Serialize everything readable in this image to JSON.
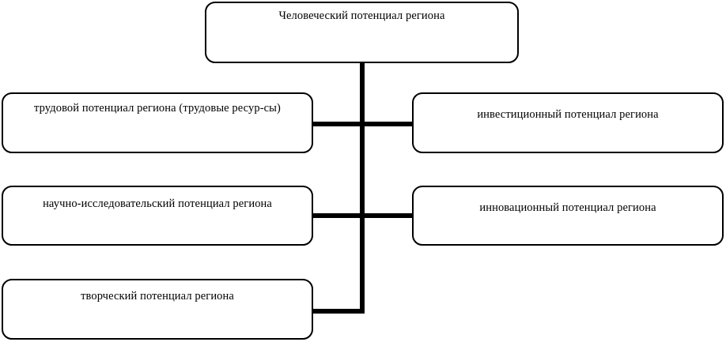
{
  "diagram": {
    "type": "hierarchy-tree",
    "orientation": "vertical-trunk-with-side-branches",
    "line_color": "#000000",
    "box_fill": "#ffffff",
    "root": {
      "id": "root",
      "label": "Человеческий потенциал региона"
    },
    "branches": [
      {
        "id": "labor",
        "side": "left",
        "row": 1,
        "label": "трудовой потенциал региона (трудовые ресур-сы)"
      },
      {
        "id": "investment",
        "side": "right",
        "row": 1,
        "label": "инвестиционный потенциал региона"
      },
      {
        "id": "research",
        "side": "left",
        "row": 2,
        "label": "научно-исследовательский потенциал региона"
      },
      {
        "id": "innovation",
        "side": "right",
        "row": 2,
        "label": "инновационный потенциал региона"
      },
      {
        "id": "creative",
        "side": "left",
        "row": 3,
        "label": "творческий потенциал региона"
      }
    ]
  }
}
